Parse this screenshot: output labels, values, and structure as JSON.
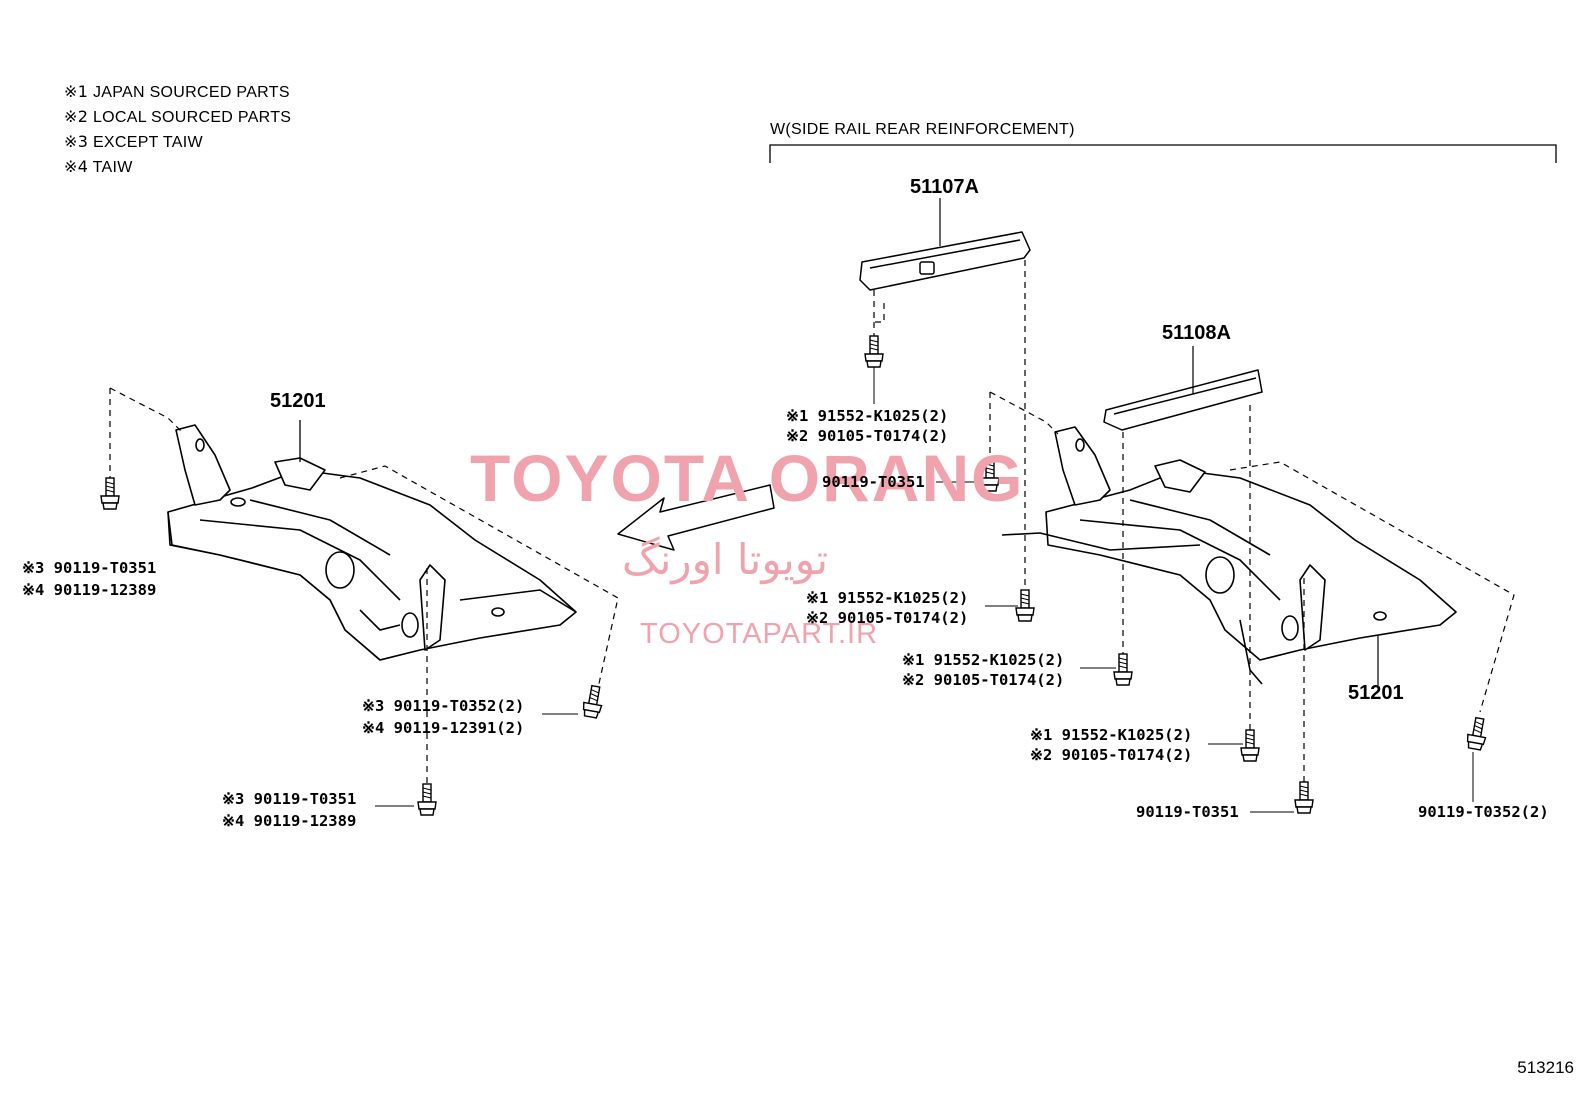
{
  "notes": [
    {
      "mark": "※1",
      "text": "JAPAN SOURCED PARTS"
    },
    {
      "mark": "※2",
      "text": "LOCAL SOURCED PARTS"
    },
    {
      "mark": "※3",
      "text": "EXCEPT TAIW"
    },
    {
      "mark": "※4",
      "text": "TAIW"
    }
  ],
  "bracket_label": "W(SIDE RAIL REAR REINFORCEMENT)",
  "callouts": {
    "left_crossmember": "51201",
    "right_crossmember": "51201",
    "reinforcement_a": "51107A",
    "reinforcement_b": "51108A"
  },
  "left_parts": {
    "bolt_rear": [
      "※3 90119-T0351",
      "※4 90119-12389"
    ],
    "bolt_front": [
      "※3 90119-T0352(2)",
      "※4 90119-12391(2)"
    ],
    "bolt_bottom": [
      "※3 90119-T0351",
      "※4 90119-12389"
    ]
  },
  "right_parts": {
    "upper_bolt": [
      "※1 91552-K1025(2)",
      "※2 90105-T0174(2)"
    ],
    "mid_bolt": "90119-T0351",
    "rail_bolt_a": [
      "※1 91552-K1025(2)",
      "※2 90105-T0174(2)"
    ],
    "rail_bolt_b": [
      "※1 91552-K1025(2)",
      "※2 90105-T0174(2)"
    ],
    "rail_bolt_c": [
      "※1 91552-K1025(2)",
      "※2 90105-T0174(2)"
    ],
    "bottom_bolt": "90119-T0351",
    "front_bolt": "90119-T0352(2)"
  },
  "watermark": {
    "brand": "TOYOTA ORANG",
    "brand_fa": "تویوتا اورنگ",
    "site": "TOYOTAPART.IR",
    "color": "#f0a3ac"
  },
  "diagram_id": "513216"
}
